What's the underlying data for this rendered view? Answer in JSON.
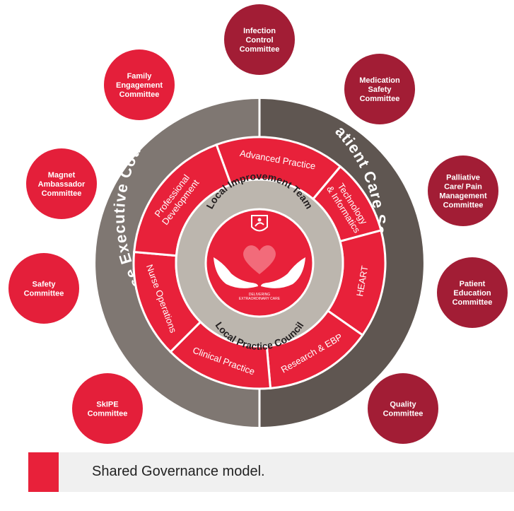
{
  "colors": {
    "committee": "#a21d35",
    "committee_bright": "#e41f3a",
    "segment": "#e8213a",
    "segment_stroke": "#ffffff",
    "ring_left": "#7f7772",
    "ring_right": "#5f5651",
    "inner_ring": "#bcb6ae",
    "core": "#e8213a",
    "caption_accent": "#e8213a"
  },
  "councils": {
    "left": "Nurse Executive Council",
    "right": "Patient Care Services Council"
  },
  "center": {
    "top_label": "Local Improvement Team",
    "bottom_label": "Local Practice Council",
    "logo_line1": "DELIVERING",
    "logo_line2": "EXTRAORDINARY CARE"
  },
  "segments": [
    {
      "label": [
        "Advanced Practice"
      ]
    },
    {
      "label": [
        "Technology",
        "& Informatics"
      ]
    },
    {
      "label": [
        "HEART"
      ]
    },
    {
      "label": [
        "Research & EBP"
      ]
    },
    {
      "label": [
        "Clinical Practice"
      ]
    },
    {
      "label": [
        "Nurse Operations"
      ]
    },
    {
      "label": [
        "Professional",
        "Development"
      ]
    }
  ],
  "committees": [
    {
      "lines": [
        "Infection",
        "Control",
        "Committee"
      ],
      "tone": "dark"
    },
    {
      "lines": [
        "Medication",
        "Safety",
        "Committee"
      ],
      "tone": "dark"
    },
    {
      "lines": [
        "Palliative",
        "Care/ Pain",
        "Management",
        "Committee"
      ],
      "tone": "dark"
    },
    {
      "lines": [
        "Patient",
        "Education",
        "Committee"
      ],
      "tone": "dark"
    },
    {
      "lines": [
        "Quality",
        "Committee"
      ],
      "tone": "dark"
    },
    {
      "lines": [
        "SkIPE",
        "Committee"
      ],
      "tone": "bright"
    },
    {
      "lines": [
        "Safety",
        "Committee"
      ],
      "tone": "bright"
    },
    {
      "lines": [
        "Magnet",
        "Ambassador",
        "Committee"
      ],
      "tone": "bright"
    },
    {
      "lines": [
        "Family",
        "Engagement",
        "Committee"
      ],
      "tone": "bright"
    }
  ],
  "caption": "Shared Governance model."
}
